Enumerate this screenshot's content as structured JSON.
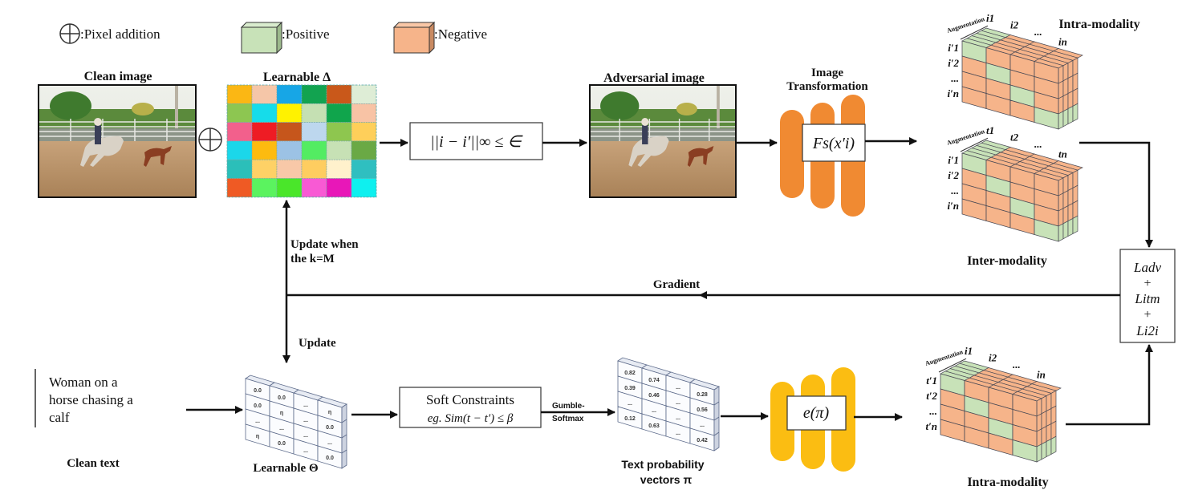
{
  "legend": {
    "pixel_addition": ":Pixel addition",
    "positive": ":Positive",
    "negative": ":Negative"
  },
  "colors": {
    "positive": "#c8e2b8",
    "negative": "#f6b48a",
    "encoder_image": "#f08a32",
    "encoder_text": "#fbbd12",
    "edge": "#4a4a55"
  },
  "top": {
    "clean_image_label": "Clean image",
    "learnable_delta_label": "Learnable Δ",
    "delta_grid_colors": [
      [
        "#fbb714",
        "#f5c6a8",
        "#17a6e6",
        "#12a350",
        "#c9581a",
        "#deedd6"
      ],
      [
        "#8dc651",
        "#16dcea",
        "#fff200",
        "#c5e0b3",
        "#10a54c",
        "#f8c3a5"
      ],
      [
        "#f2608c",
        "#ee1c24",
        "#c6561c",
        "#bdd7ee",
        "#8ec64f",
        "#fecf5a"
      ],
      [
        "#1bd7ea",
        "#fdbb0f",
        "#9cc2e5",
        "#53ec62",
        "#c7e1b5",
        "#6aa945"
      ],
      [
        "#2bbfb9",
        "#fed166",
        "#f8c8a8",
        "#fecd60",
        "#fff1cc",
        "#2fbfc0"
      ],
      [
        "#ef5a24",
        "#5bf35f",
        "#4ae62a",
        "#f85ad4",
        "#e817b8",
        "#0ef0ef"
      ]
    ],
    "constraint_formula": "||i − i′||∞ ≤ ∈",
    "adversarial_image_label": "Adversarial  image",
    "image_transformation_label_1": "Image",
    "image_transformation_label_2": "Transformation",
    "image_encoder_formula": "Fs(x′i)",
    "intra_modality_label": "Intra-modality",
    "inter_modality_label": "Inter-modality",
    "augmentation_label": "Augmentation",
    "intra_top_cols": [
      "i1",
      "i2",
      "...",
      "in"
    ],
    "intra_top_rows": [
      "i′1",
      "i′2",
      "...",
      "i′n"
    ],
    "inter_cols": [
      "t1",
      "t2",
      "...",
      "tn"
    ],
    "inter_rows": [
      "i′1",
      "i′2",
      "...",
      "i′n"
    ]
  },
  "middle": {
    "update_when_1": "Update when",
    "update_when_2": "the k=M",
    "gradient_label": "Gradient",
    "update_label": "Update",
    "loss_terms": [
      "Ladv",
      "+",
      "Litm",
      "+",
      "Li2i"
    ]
  },
  "bottom": {
    "clean_text_lines": [
      "Woman on a",
      "horse chasing a",
      "calf"
    ],
    "clean_text_label": "Clean text",
    "learnable_theta_label": "Learnable Θ",
    "theta_cells": [
      [
        "0.0",
        "0.0",
        "...",
        "η"
      ],
      [
        "0.0",
        "η",
        "...",
        "0.0"
      ],
      [
        "...",
        "...",
        "...",
        "..."
      ],
      [
        "η",
        "0.0",
        "...",
        "0.0"
      ]
    ],
    "soft_constraints_title": "Soft Constraints",
    "soft_constraints_formula": "eg. Sim(t − t′) ≤ β",
    "gumbel_1": "Gumble-",
    "gumbel_2": "Softmax",
    "prob_cells": [
      [
        "0.82",
        "0.74",
        "...",
        "0.28"
      ],
      [
        "0.39",
        "0.46",
        "...",
        "0.56"
      ],
      [
        "...",
        "...",
        "...",
        "..."
      ],
      [
        "0.12",
        "0.63",
        "...",
        "0.42"
      ]
    ],
    "prob_label_1": "Text probability",
    "prob_label_2": "vectors π",
    "text_encoder_formula": "e(π)",
    "intra_modality_label": "Intra-modality",
    "augmentation_label": "Augmentation",
    "intra_cols": [
      "i1",
      "i2",
      "...",
      "in"
    ],
    "intra_rows": [
      "t′1",
      "t′2",
      "...",
      "t′n"
    ]
  }
}
